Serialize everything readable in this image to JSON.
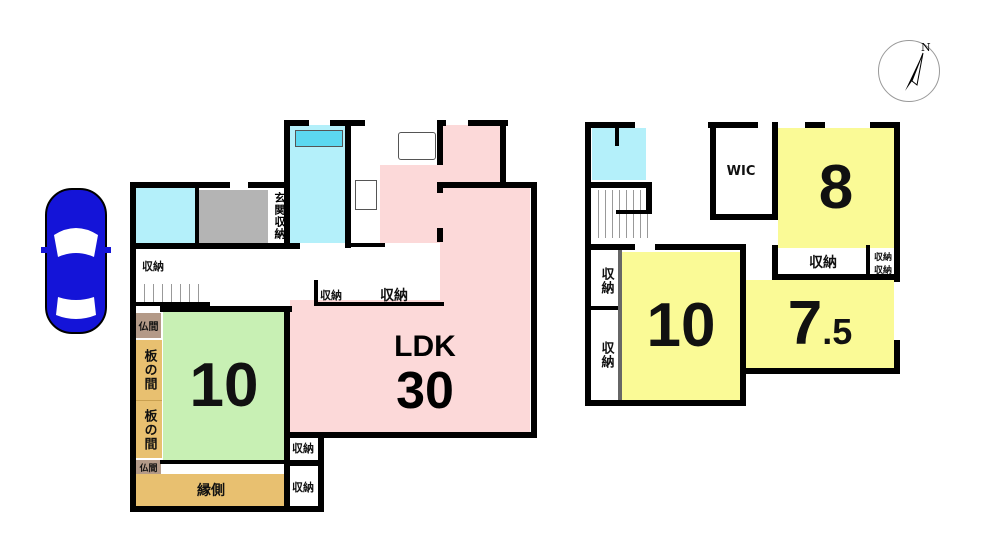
{
  "first_floor": {
    "ldk": {
      "label": "LDK",
      "size": "30"
    },
    "washitsu": {
      "size": "10"
    },
    "entrance_storage": "玄関収納",
    "storage": "収納",
    "butsuma": "仏間",
    "itanoma": "板の間",
    "engawa": "縁側"
  },
  "second_floor": {
    "wic": "WIC",
    "room_a": {
      "size": "8"
    },
    "room_b": {
      "size": "10"
    },
    "room_c": {
      "size_main": "7",
      "size_decimal": ".5"
    },
    "storage": "収納"
  },
  "compass": {
    "north": "N"
  },
  "colors": {
    "ldk": "#fcd9d9",
    "washitsu": "#c8f0b4",
    "bedroom": "#fafa96",
    "wet": "#b4f0fa",
    "entrance": "#b4b4b4",
    "wood": "#e8c070",
    "butsuma": "#b49a88",
    "car": "#1414d8"
  }
}
